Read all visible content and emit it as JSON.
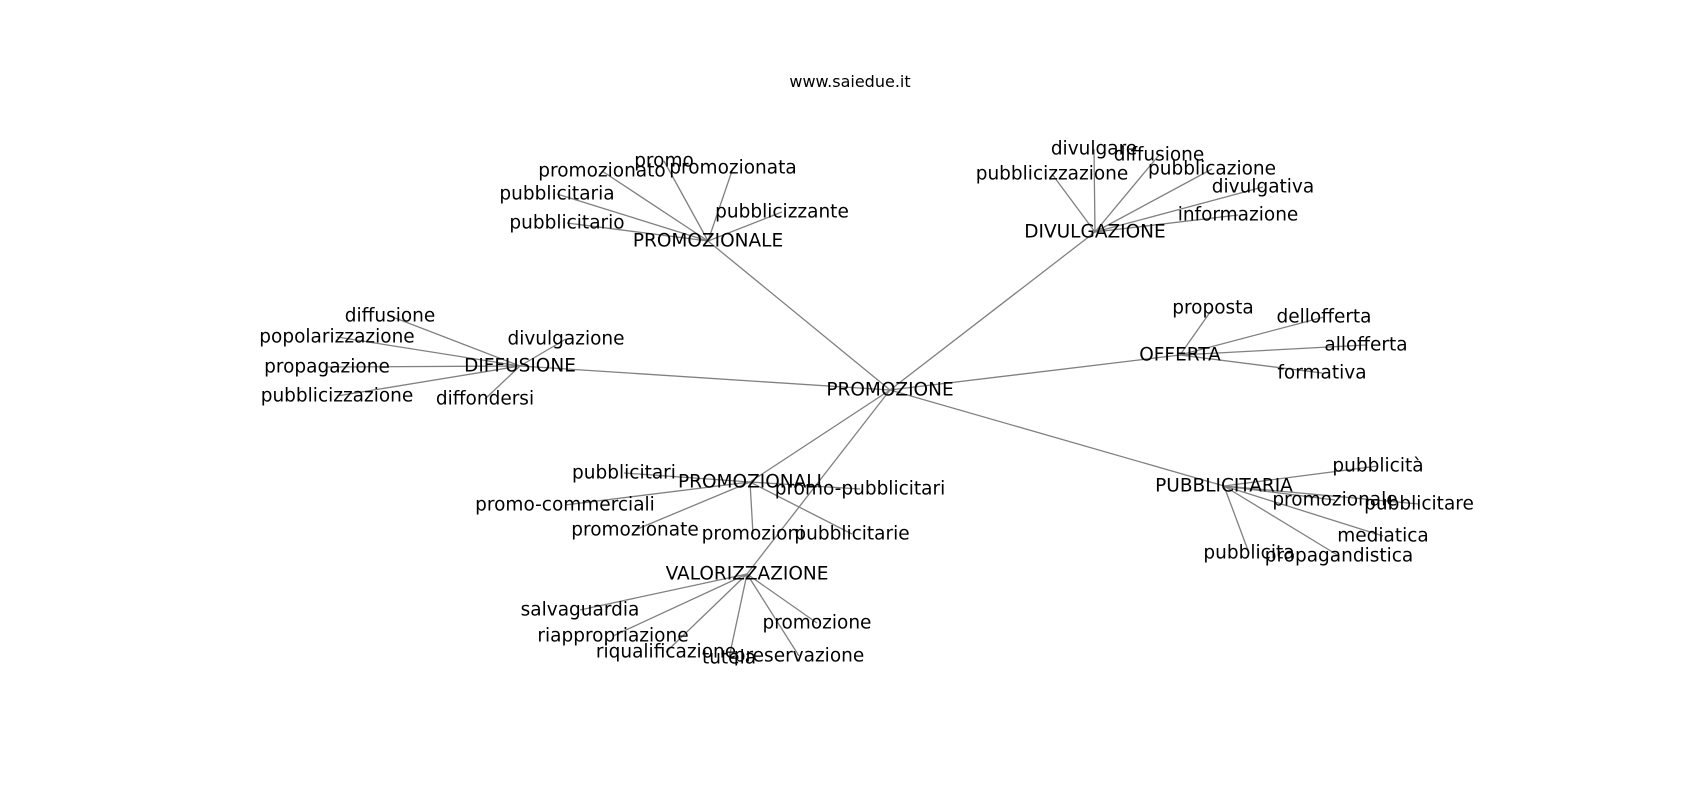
{
  "site_title": "www.saiedue.it",
  "graph": {
    "nodes": [
      {
        "id": "n0",
        "label": "PROMOZIONE"
      },
      {
        "id": "n1",
        "label": "PROMOZIONALE"
      },
      {
        "id": "n2",
        "label": "DIVULGAZIONE"
      },
      {
        "id": "n3",
        "label": "DIFFUSIONE"
      },
      {
        "id": "n4",
        "label": "OFFERTA"
      },
      {
        "id": "n5",
        "label": "PROMOZIONALI"
      },
      {
        "id": "n6",
        "label": "PUBBLICITARIA"
      },
      {
        "id": "n7",
        "label": "VALORIZZAZIONE"
      },
      {
        "id": "n1a",
        "label": "promo"
      },
      {
        "id": "n1b",
        "label": "promozionato"
      },
      {
        "id": "n1c",
        "label": "promozionata"
      },
      {
        "id": "n1d",
        "label": "pubblicitaria"
      },
      {
        "id": "n1e",
        "label": "pubblicizzante"
      },
      {
        "id": "n1f",
        "label": "pubblicitario"
      },
      {
        "id": "n2a",
        "label": "divulgare"
      },
      {
        "id": "n2b",
        "label": "diffusione"
      },
      {
        "id": "n2c",
        "label": "pubblicizzazione"
      },
      {
        "id": "n2d",
        "label": "pubblicazione"
      },
      {
        "id": "n2e",
        "label": "divulgativa"
      },
      {
        "id": "n2f",
        "label": "informazione"
      },
      {
        "id": "n3a",
        "label": "diffusione"
      },
      {
        "id": "n3b",
        "label": "popolarizzazione"
      },
      {
        "id": "n3c",
        "label": "divulgazione"
      },
      {
        "id": "n3d",
        "label": "propagazione"
      },
      {
        "id": "n3e",
        "label": "pubblicizzazione"
      },
      {
        "id": "n3f",
        "label": "diffondersi"
      },
      {
        "id": "n4a",
        "label": "proposta"
      },
      {
        "id": "n4b",
        "label": "dellofferta"
      },
      {
        "id": "n4c",
        "label": "allofferta"
      },
      {
        "id": "n4d",
        "label": "formativa"
      },
      {
        "id": "n5a",
        "label": "pubblicitari"
      },
      {
        "id": "n5b",
        "label": "promo-pubblicitari"
      },
      {
        "id": "n5c",
        "label": "promo-commerciali"
      },
      {
        "id": "n5d",
        "label": "promozionate"
      },
      {
        "id": "n5e",
        "label": "promozioni"
      },
      {
        "id": "n5f",
        "label": "pubblicitarie"
      },
      {
        "id": "n6a",
        "label": "pubblicità"
      },
      {
        "id": "n6b",
        "label": "promozionale"
      },
      {
        "id": "n6c",
        "label": "pubblicitare"
      },
      {
        "id": "n6d",
        "label": "mediatica"
      },
      {
        "id": "n6e",
        "label": "pubblicita"
      },
      {
        "id": "n6f",
        "label": "propagandistica"
      },
      {
        "id": "n7a",
        "label": "salvaguardia"
      },
      {
        "id": "n7b",
        "label": "riappropriazione"
      },
      {
        "id": "n7c",
        "label": "promozione"
      },
      {
        "id": "n7d",
        "label": "riqualificazione"
      },
      {
        "id": "n7e",
        "label": "tutela"
      },
      {
        "id": "n7f",
        "label": "preservazione"
      }
    ],
    "edges": [
      [
        "n0",
        "n1"
      ],
      [
        "n0",
        "n2"
      ],
      [
        "n0",
        "n3"
      ],
      [
        "n0",
        "n4"
      ],
      [
        "n0",
        "n5"
      ],
      [
        "n0",
        "n6"
      ],
      [
        "n0",
        "n7"
      ],
      [
        "n1",
        "n1a"
      ],
      [
        "n1",
        "n1b"
      ],
      [
        "n1",
        "n1c"
      ],
      [
        "n1",
        "n1d"
      ],
      [
        "n1",
        "n1e"
      ],
      [
        "n1",
        "n1f"
      ],
      [
        "n2",
        "n2a"
      ],
      [
        "n2",
        "n2b"
      ],
      [
        "n2",
        "n2c"
      ],
      [
        "n2",
        "n2d"
      ],
      [
        "n2",
        "n2e"
      ],
      [
        "n2",
        "n2f"
      ],
      [
        "n3",
        "n3a"
      ],
      [
        "n3",
        "n3b"
      ],
      [
        "n3",
        "n3c"
      ],
      [
        "n3",
        "n3d"
      ],
      [
        "n3",
        "n3e"
      ],
      [
        "n3",
        "n3f"
      ],
      [
        "n4",
        "n4a"
      ],
      [
        "n4",
        "n4b"
      ],
      [
        "n4",
        "n4c"
      ],
      [
        "n4",
        "n4d"
      ],
      [
        "n5",
        "n5a"
      ],
      [
        "n5",
        "n5b"
      ],
      [
        "n5",
        "n5c"
      ],
      [
        "n5",
        "n5d"
      ],
      [
        "n5",
        "n5e"
      ],
      [
        "n5",
        "n5f"
      ],
      [
        "n6",
        "n6a"
      ],
      [
        "n6",
        "n6b"
      ],
      [
        "n6",
        "n6c"
      ],
      [
        "n6",
        "n6d"
      ],
      [
        "n6",
        "n6e"
      ],
      [
        "n6",
        "n6f"
      ],
      [
        "n7",
        "n7a"
      ],
      [
        "n7",
        "n7b"
      ],
      [
        "n7",
        "n7c"
      ],
      [
        "n7",
        "n7d"
      ],
      [
        "n7",
        "n7e"
      ],
      [
        "n7",
        "n7f"
      ]
    ]
  }
}
